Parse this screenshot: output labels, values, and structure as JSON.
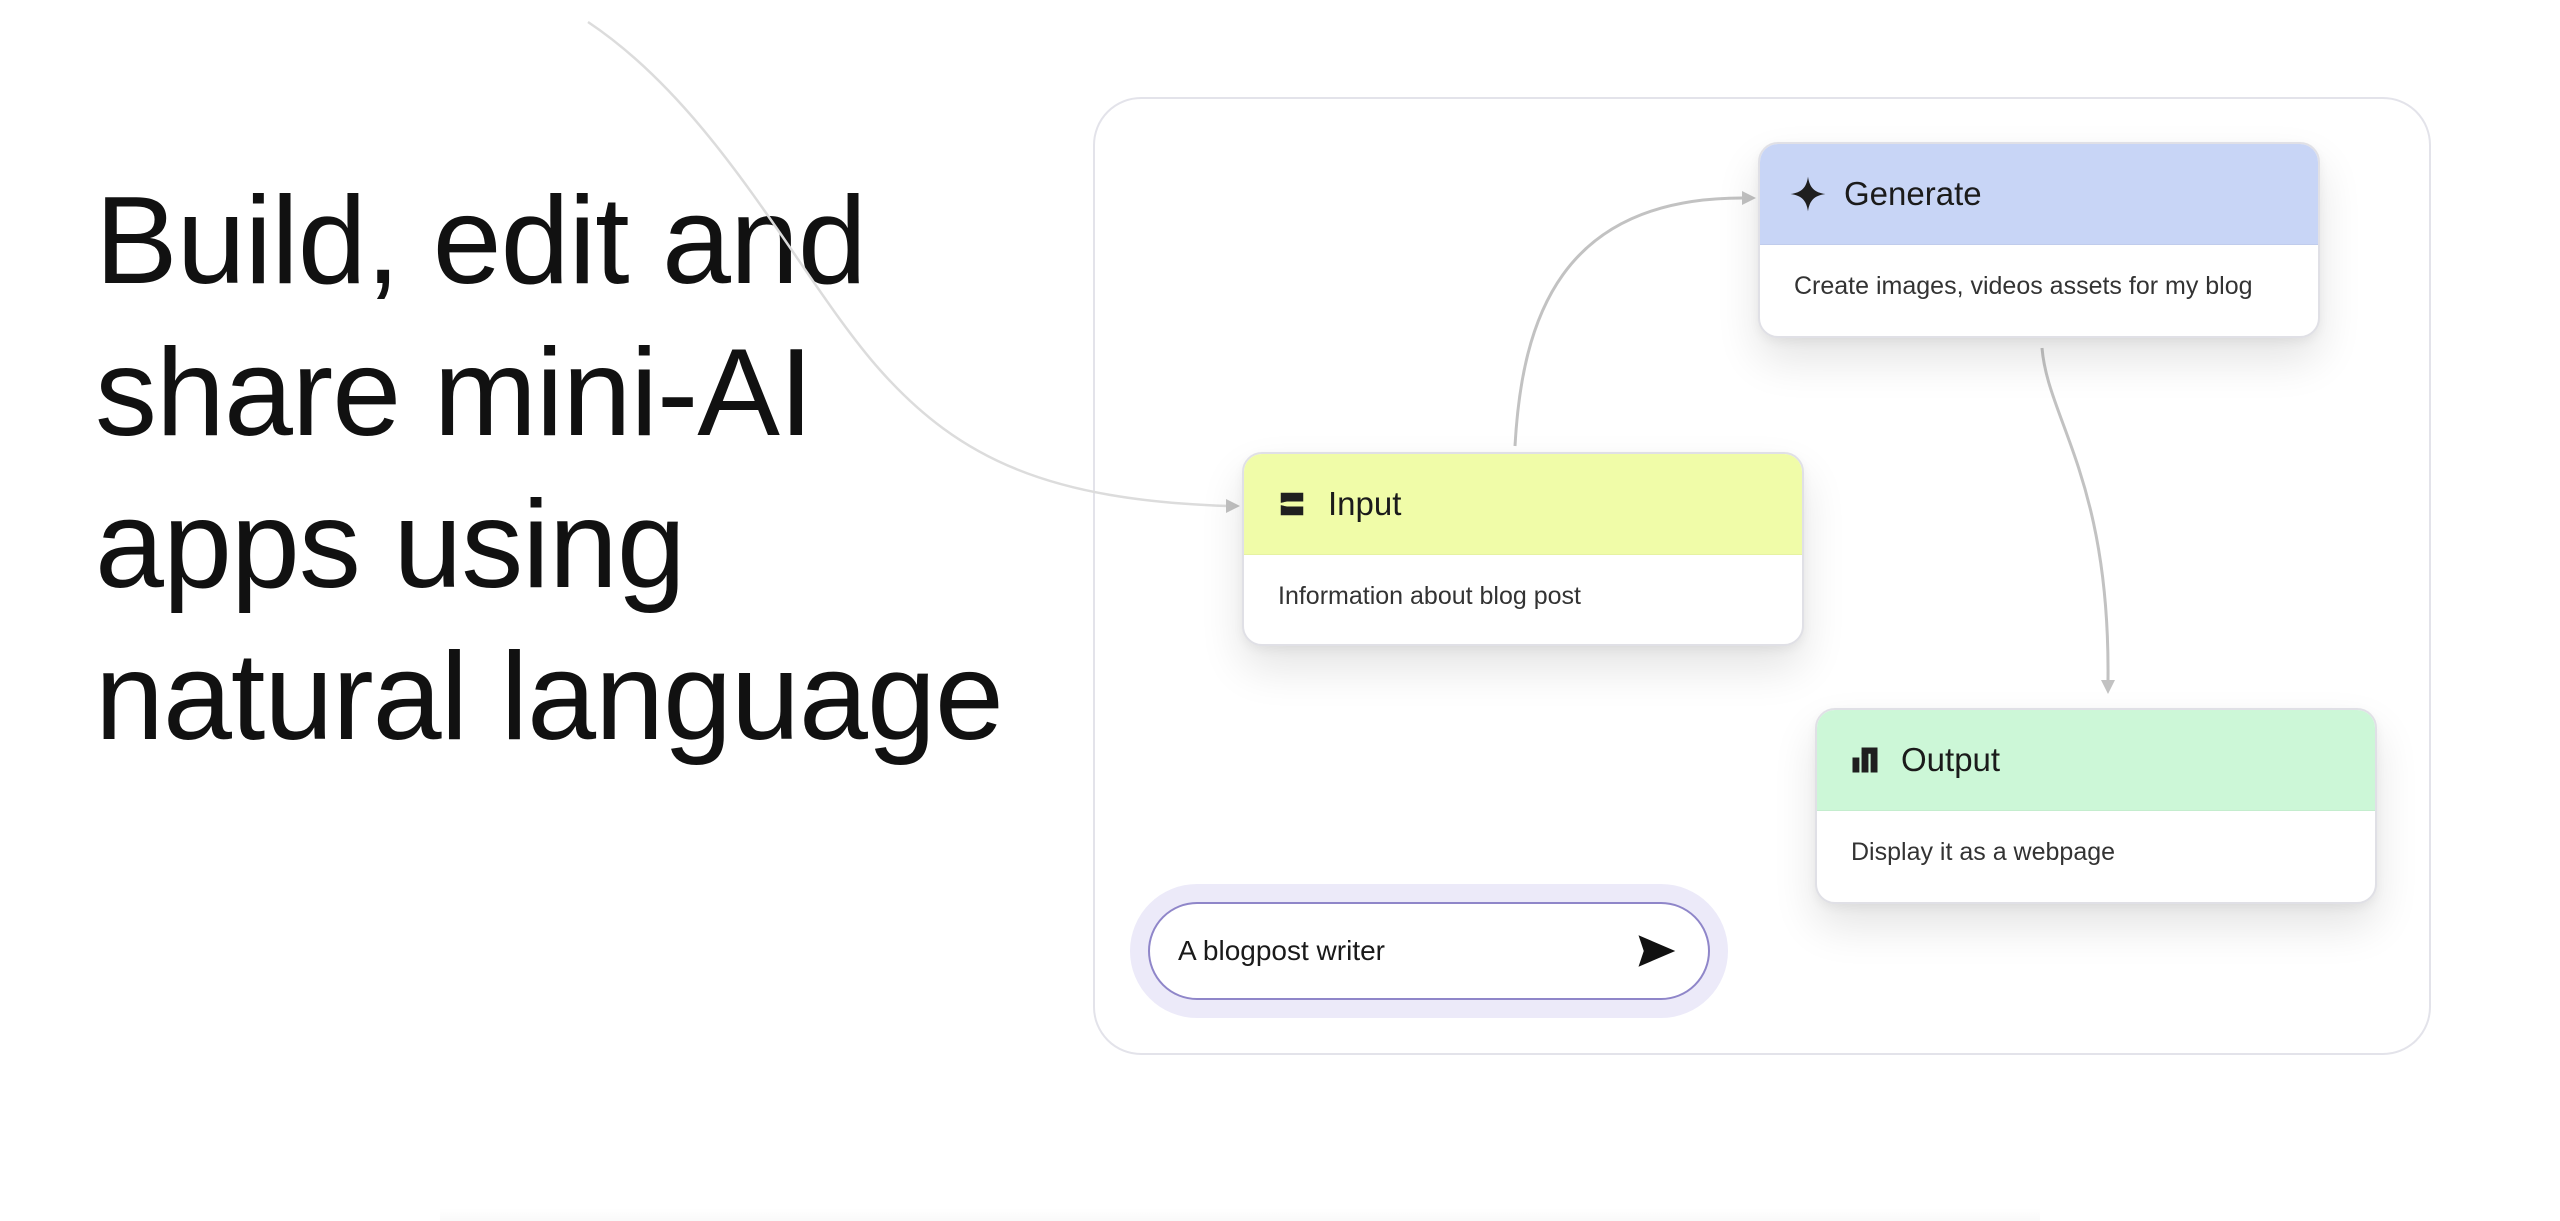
{
  "headline": {
    "lines": [
      "Build, edit and",
      "share mini-AI",
      "apps using",
      "natural language"
    ]
  },
  "flow": {
    "nodes": [
      {
        "title": "Generate",
        "description": "Create images, videos assets for my blog",
        "icon": "sparkle-icon",
        "header_color": "#c8d5f6"
      },
      {
        "title": "Input",
        "description": "Information about blog post",
        "icon": "input-icon",
        "header_color": "#f0fca8"
      },
      {
        "title": "Output",
        "description": "Display it as a webpage",
        "icon": "output-icon",
        "header_color": "#ccf7d7"
      }
    ]
  },
  "prompt": {
    "value": "A blogpost writer",
    "send_icon": "send-icon",
    "border_color": "#8f86c9",
    "halo_color": "#eceaf9"
  },
  "colors": {
    "connector": "#c2c2c2",
    "panel_border": "#e3e3ea",
    "text": "#111111"
  }
}
